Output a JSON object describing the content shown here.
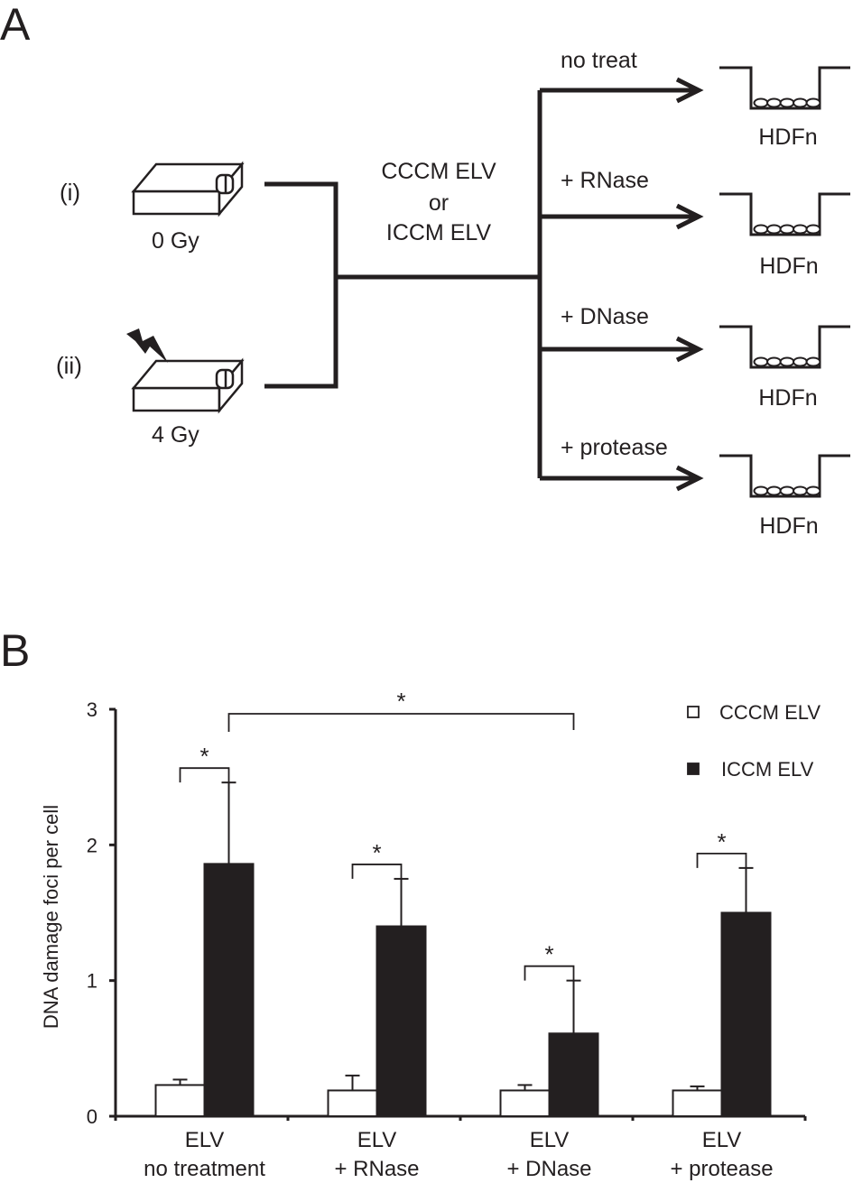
{
  "panel_a": {
    "label": "A",
    "flask_i_label": "(i)",
    "flask_i_dose": "0 Gy",
    "flask_ii_label": "(ii)",
    "flask_ii_dose": "4 Gy",
    "middle_line1": "CCCM ELV",
    "middle_line2": "or",
    "middle_line3": "ICCM ELV",
    "branches": [
      {
        "treatment": "no treat",
        "target": "HDFn"
      },
      {
        "treatment": "+ RNase",
        "target": "HDFn"
      },
      {
        "treatment": "+ DNase",
        "target": "HDFn"
      },
      {
        "treatment": "+ protease",
        "target": "HDFn"
      }
    ]
  },
  "panel_b": {
    "label": "B",
    "significance_marker": "*"
  },
  "chart_data": {
    "type": "bar",
    "title": "",
    "xlabel": "",
    "ylabel": "DNA damage foci per cell",
    "ylim": [
      0,
      3
    ],
    "yticks": [
      "0",
      "1",
      "2",
      "3"
    ],
    "categories": [
      [
        "ELV",
        "no treatment"
      ],
      [
        "ELV",
        "+ RNase"
      ],
      [
        "ELV",
        "+ DNase"
      ],
      [
        "ELV",
        "+ protease"
      ]
    ],
    "series": [
      {
        "name": "CCCM ELV",
        "color": "#ffffff",
        "values": [
          0.23,
          0.19,
          0.19,
          0.19
        ],
        "errors": [
          0.04,
          0.11,
          0.04,
          0.03
        ]
      },
      {
        "name": "ICCM ELV",
        "color": "#231f20",
        "values": [
          1.86,
          1.4,
          0.61,
          1.5
        ],
        "errors": [
          0.6,
          0.35,
          0.39,
          0.33
        ]
      }
    ],
    "legend_position": "top-right",
    "significance": [
      {
        "between": "CCCM ELV vs ICCM ELV",
        "category": "no treatment",
        "label": "*"
      },
      {
        "between": "CCCM ELV vs ICCM ELV",
        "category": "+ RNase",
        "label": "*"
      },
      {
        "between": "CCCM ELV vs ICCM ELV",
        "category": "+ DNase",
        "label": "*"
      },
      {
        "between": "CCCM ELV vs ICCM ELV",
        "category": "+ protease",
        "label": "*"
      },
      {
        "between": "ICCM ELV no treatment vs ICCM ELV + DNase",
        "label": "*"
      }
    ]
  }
}
